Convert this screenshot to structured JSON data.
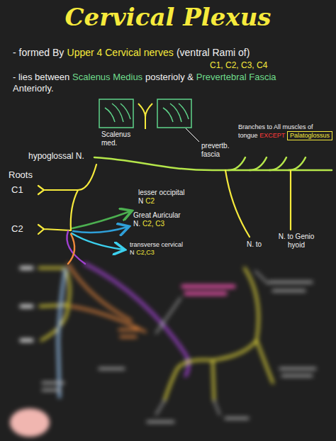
{
  "diagram": {
    "title": "Cervical Plexus",
    "nodes": [
      {
        "text": [
          "Palatoglossus"
        ]
      }
    ],
    "labels": [
      "- formed By",
      "Upper 4 Cervical nerves",
      "(ventral Rami of)",
      "C1, C2, C3, C4",
      "- lies between",
      "Scalenus Medius",
      "posterioly &",
      "Prevertebral Fascia",
      "Anteriorly.",
      "Scalenus med.",
      "prevertb. fascia",
      "hypoglossal N.",
      "Branches to All muscles of tongue",
      "EXCEPT",
      "Roots",
      "C1",
      "C2",
      "lesser occipital N",
      "C2",
      "Great Auricular N.",
      "C2, C3",
      "transverse cervical N",
      "C2,C3",
      "N. to",
      "N. to Genio hyoid"
    ]
  }
}
